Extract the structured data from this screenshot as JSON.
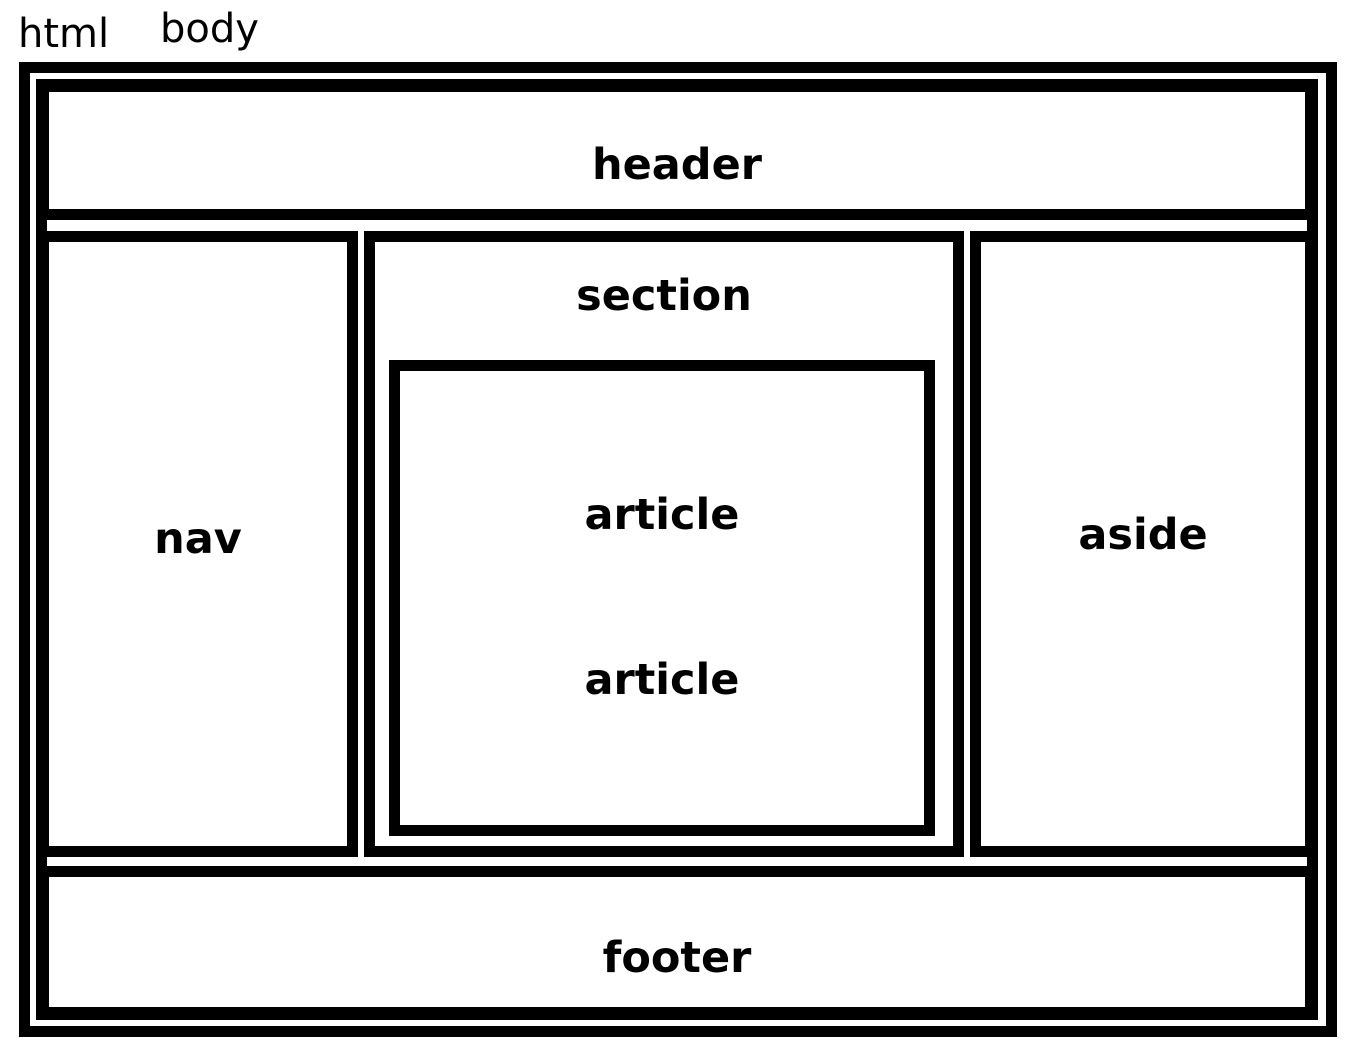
{
  "labels": {
    "html": "html",
    "body": "body"
  },
  "regions": {
    "header": "header",
    "nav": "nav",
    "section": "section",
    "article_1": "article",
    "article_2": "article",
    "aside": "aside",
    "footer": "footer"
  }
}
